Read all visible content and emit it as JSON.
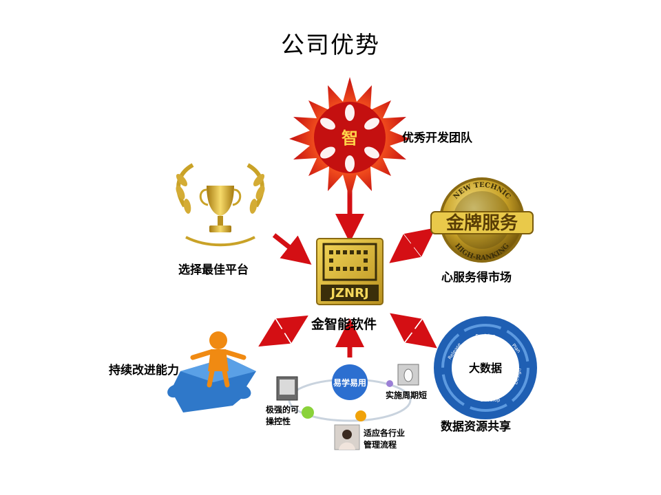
{
  "title": "公司优势",
  "center": {
    "logo_text": "JZNRJ",
    "label": "金智能软件"
  },
  "nodes": {
    "team": {
      "label": "优秀开发团队",
      "badge": "智"
    },
    "platform": {
      "label": "选择最佳平台"
    },
    "gold": {
      "label": "心服务得市场",
      "badge": "金牌服务",
      "ring_top": "NEW TECHNIC",
      "ring_bottom": "HIGH-RANKING"
    },
    "improve": {
      "label": "持续改进能力"
    },
    "data": {
      "label": "数据资源共享",
      "badge": "大数据",
      "cycle": [
        "Envision",
        "Plan",
        "Design",
        "Develop",
        "Test",
        "Release"
      ]
    }
  },
  "bottom_cluster": {
    "hub": "易学易用",
    "items": [
      {
        "lines": [
          "极强的可",
          "操控性"
        ]
      },
      {
        "lines": [
          "实施周期短"
        ]
      },
      {
        "lines": [
          "适应各行业",
          "管理流程"
        ]
      }
    ]
  },
  "colors": {
    "arrow": "#d40f14",
    "gold": "#c9a227",
    "logo_bg": "#e8c33a",
    "sun": "#e8241a",
    "cycle": "#1f5fb3",
    "person": "#f08a12",
    "puzzle": "#2f78c9"
  }
}
